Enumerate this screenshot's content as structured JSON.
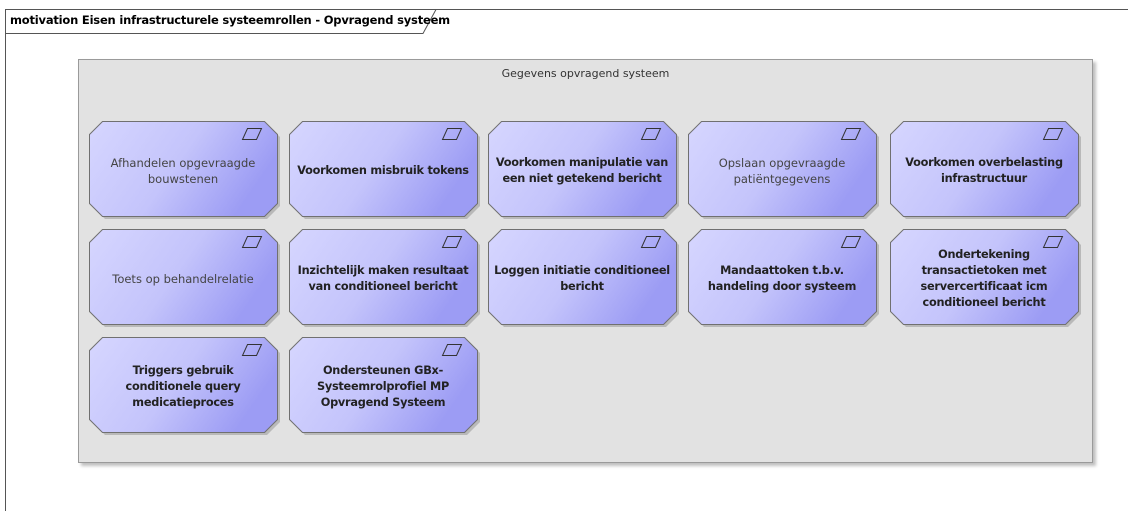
{
  "diagram": {
    "title": "motivation Eisen infrastructurele systeemrollen - Opvragend systeem",
    "group_title": "Gegevens opvragend systeem",
    "colors": {
      "node_light": "#d6d6ff",
      "node_dark": "#9c9cf4",
      "node_border": "#707070",
      "group_fill": "#e2e2e2"
    },
    "nodes": [
      {
        "id": "n1",
        "label": "Afhandelen opgevraagde bouwstenen",
        "style": "normal",
        "icon": "requirement-parallelogram-icon"
      },
      {
        "id": "n2",
        "label": "Voorkomen misbruik tokens",
        "style": "bold",
        "icon": "requirement-parallelogram-icon"
      },
      {
        "id": "n3",
        "label": "Voorkomen manipulatie van een niet getekend bericht",
        "style": "bold",
        "icon": "requirement-parallelogram-icon"
      },
      {
        "id": "n4",
        "label": "Opslaan opgevraagde patiëntgegevens",
        "style": "normal",
        "icon": "requirement-parallelogram-icon"
      },
      {
        "id": "n5",
        "label": "Voorkomen overbelasting infrastructuur",
        "style": "bold",
        "icon": "requirement-parallelogram-icon"
      },
      {
        "id": "n6",
        "label": "Toets op behandelrelatie",
        "style": "normal",
        "icon": "requirement-parallelogram-icon"
      },
      {
        "id": "n7",
        "label": "Inzichtelijk maken resultaat van conditioneel bericht",
        "style": "bold",
        "icon": "requirement-parallelogram-icon"
      },
      {
        "id": "n8",
        "label": "Loggen initiatie conditioneel bericht",
        "style": "bold",
        "icon": "requirement-parallelogram-icon"
      },
      {
        "id": "n9",
        "label": "Mandaattoken t.b.v. handeling door systeem",
        "style": "bold",
        "icon": "requirement-parallelogram-icon"
      },
      {
        "id": "n10",
        "label": "Ondertekening transactietoken met servercertificaat icm conditioneel bericht",
        "style": "bold",
        "icon": "requirement-parallelogram-icon"
      },
      {
        "id": "n11",
        "label": "Triggers gebruik conditionele query medicatieproces",
        "style": "bold",
        "icon": "requirement-parallelogram-icon"
      },
      {
        "id": "n12",
        "label": "Ondersteunen GBx-Systeemrolprofiel MP Opvragend Systeem",
        "style": "bold",
        "icon": "requirement-parallelogram-icon"
      }
    ]
  }
}
